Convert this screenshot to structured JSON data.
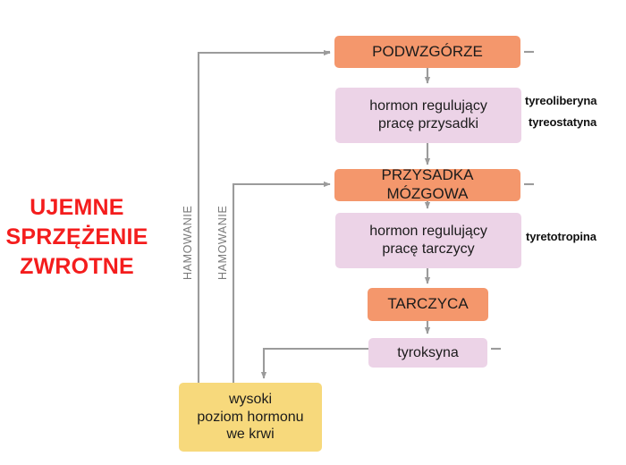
{
  "diagram": {
    "title_left": "UJEMNE\nSPRZĘŻENIE\nZWROTNE",
    "accent_color": "#f41d1d",
    "line_color": "#9b9b9b",
    "nodes": {
      "podwzgorze": {
        "label": "PODWZGÓRZE",
        "color": "#f4976c"
      },
      "hormon_przysadki": {
        "label": "hormon regulujący\npracę przysadki",
        "color": "#ecd3e7"
      },
      "przysadka": {
        "label": "PRZYSADKA MÓZGOWA",
        "color": "#f4976c"
      },
      "hormon_tarczycy": {
        "label": "hormon regulujący\npracę tarczycy",
        "color": "#ecd3e7"
      },
      "tarczyca": {
        "label": "TARCZYCA",
        "color": "#f4976c"
      },
      "tyroksyna": {
        "label": "tyroksyna",
        "color": "#ecd3e7"
      },
      "wysoki_poziom": {
        "label": "wysoki\npoziom hormonu\nwe krwi",
        "color": "#f7d97c"
      }
    },
    "side_labels": {
      "tyreoliberyna": "tyreoliberyna",
      "tyreostatyna": "tyreostatyna",
      "tyretotropina": "tyretotropina"
    },
    "inhibition_labels": {
      "outer": "HAMOWANIE",
      "inner": "HAMOWANIE"
    }
  }
}
